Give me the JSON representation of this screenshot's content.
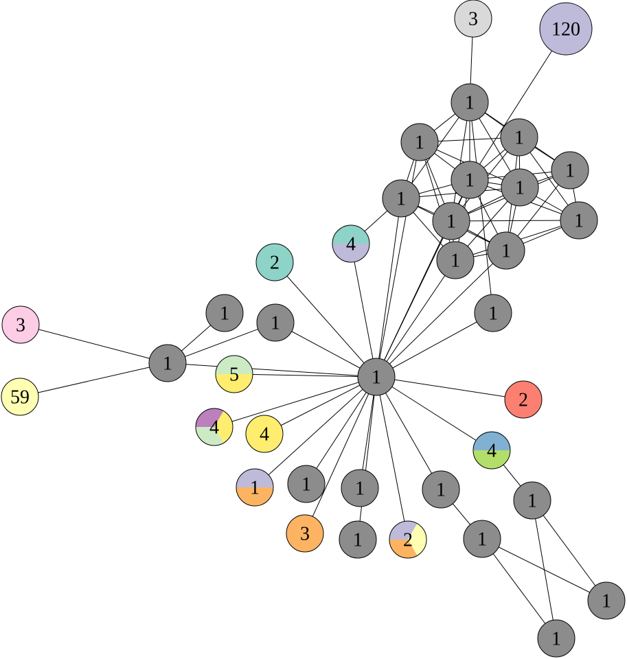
{
  "graph": {
    "nodes": [
      {
        "id": "n_top3",
        "label": "3",
        "colors": [
          "#d9d9d9"
        ]
      },
      {
        "id": "n_120",
        "label": "120",
        "colors": [
          "#bebada"
        ]
      },
      {
        "id": "c1",
        "label": "1",
        "colors": [
          "#8c8c8c"
        ]
      },
      {
        "id": "c2",
        "label": "1",
        "colors": [
          "#8c8c8c"
        ]
      },
      {
        "id": "c3",
        "label": "1",
        "colors": [
          "#8c8c8c"
        ]
      },
      {
        "id": "c4",
        "label": "1",
        "colors": [
          "#8c8c8c"
        ]
      },
      {
        "id": "c5",
        "label": "1",
        "colors": [
          "#8c8c8c"
        ]
      },
      {
        "id": "c6",
        "label": "1",
        "colors": [
          "#8c8c8c"
        ]
      },
      {
        "id": "c7",
        "label": "1",
        "colors": [
          "#8c8c8c"
        ]
      },
      {
        "id": "c8",
        "label": "1",
        "colors": [
          "#8c8c8c"
        ]
      },
      {
        "id": "c9",
        "label": "1",
        "colors": [
          "#8c8c8c"
        ]
      },
      {
        "id": "c10",
        "label": "1",
        "colors": [
          "#8c8c8c"
        ]
      },
      {
        "id": "c11",
        "label": "1",
        "colors": [
          "#8c8c8c"
        ]
      },
      {
        "id": "n_4a",
        "label": "4",
        "colors": [
          "#8dd3c7",
          "#bebada"
        ]
      },
      {
        "id": "n_2teal",
        "label": "2",
        "colors": [
          "#8dd3c7"
        ]
      },
      {
        "id": "n_1r",
        "label": "1",
        "colors": [
          "#8c8c8c"
        ]
      },
      {
        "id": "hub",
        "label": "1",
        "colors": [
          "#8c8c8c"
        ]
      },
      {
        "id": "n_2red",
        "label": "2",
        "colors": [
          "#fb8072"
        ]
      },
      {
        "id": "n_4b",
        "label": "4",
        "colors": [
          "#80b1d3",
          "#b3de69"
        ]
      },
      {
        "id": "n_3pink",
        "label": "3",
        "colors": [
          "#fccde5"
        ]
      },
      {
        "id": "n_59",
        "label": "59",
        "colors": [
          "#ffffb3"
        ]
      },
      {
        "id": "l1",
        "label": "1",
        "colors": [
          "#8c8c8c"
        ]
      },
      {
        "id": "l2",
        "label": "1",
        "colors": [
          "#8c8c8c"
        ]
      },
      {
        "id": "lhub",
        "label": "1",
        "colors": [
          "#8c8c8c"
        ]
      },
      {
        "id": "n_5",
        "label": "5",
        "colors": [
          "#ccebc5",
          "#ffed6f"
        ]
      },
      {
        "id": "n_4c",
        "label": "4",
        "colors": [
          "#bc80bd",
          "#ffed6f",
          "#ccebc5"
        ]
      },
      {
        "id": "n_4y",
        "label": "4",
        "colors": [
          "#ffed6f"
        ]
      },
      {
        "id": "n_1po",
        "label": "1",
        "colors": [
          "#bebada",
          "#fdb462"
        ]
      },
      {
        "id": "b1",
        "label": "1",
        "colors": [
          "#8c8c8c"
        ]
      },
      {
        "id": "b2",
        "label": "1",
        "colors": [
          "#8c8c8c"
        ]
      },
      {
        "id": "n_3o",
        "label": "3",
        "colors": [
          "#fdb462"
        ]
      },
      {
        "id": "b3",
        "label": "1",
        "colors": [
          "#8c8c8c"
        ]
      },
      {
        "id": "n_2m",
        "label": "2",
        "colors": [
          "#bebada",
          "#ffffb3",
          "#fdb462"
        ]
      },
      {
        "id": "b4",
        "label": "1",
        "colors": [
          "#8c8c8c"
        ]
      },
      {
        "id": "b5",
        "label": "1",
        "colors": [
          "#8c8c8c"
        ]
      },
      {
        "id": "r1",
        "label": "1",
        "colors": [
          "#8c8c8c"
        ]
      },
      {
        "id": "r2",
        "label": "1",
        "colors": [
          "#8c8c8c"
        ]
      },
      {
        "id": "r3",
        "label": "1",
        "colors": [
          "#8c8c8c"
        ]
      }
    ]
  }
}
